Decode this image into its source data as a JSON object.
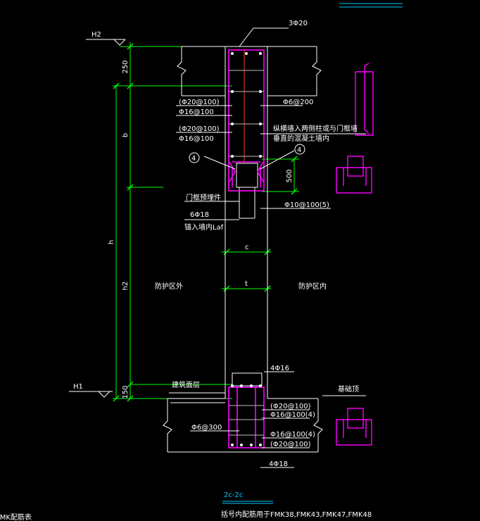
{
  "levels": {
    "h2": "H2",
    "h1": "H1"
  },
  "dimensions": {
    "d250": "250",
    "b": "b",
    "d500": "500",
    "h": "h",
    "h2_span": "h2",
    "d150": "150",
    "c": "c",
    "t": "t"
  },
  "labels": {
    "top_bars": "3Φ20",
    "stirrup_left_1a": "(Φ20@100)",
    "stirrup_left_1b": "Φ16@100",
    "stirrup_right_1": "Φ6@200",
    "stirrup_left_2a": "(Φ20@100)",
    "stirrup_left_2b": "Φ16@100",
    "note_right_1": "纵横墙入两侧柱或与门框墙",
    "note_right_2": "垂直的混凝土墙内",
    "detail_mark_left": "4",
    "detail_mark_right": "4",
    "door_frame": "门框预埋件",
    "anchor_bars": "6Φ18",
    "anchor_note": "锚入墙内Laf",
    "stirrup_bottom": "Φ10@100(5)",
    "zone_outside": "防护区外",
    "zone_inside": "防护区内",
    "bottom_top_bars": "4Φ16",
    "floor_layer": "建筑面层",
    "foundation_top": "基础顶",
    "bot_right_1": "(Φ20@100)",
    "bot_right_2": "Φ16@100(4)",
    "bot_left": "Φ6@300",
    "bot_right_3": "Φ16@100(4)",
    "bot_right_4": "(Φ20@100)",
    "bottom_bars": "4Φ18",
    "section_title": "2c-2c",
    "section_note": "括号内配筋用于FMK38,FMK43,FMK47,FMK48",
    "corner_text": "FMK配筋表"
  },
  "colors": {
    "line_white": "#ffffff",
    "dim_green": "#00ff00",
    "rebar_magenta": "#ff00ff",
    "axis_red": "#ff3030",
    "title_cyan": "#00c8ff",
    "stirrup_gray": "#bdbdbd"
  }
}
